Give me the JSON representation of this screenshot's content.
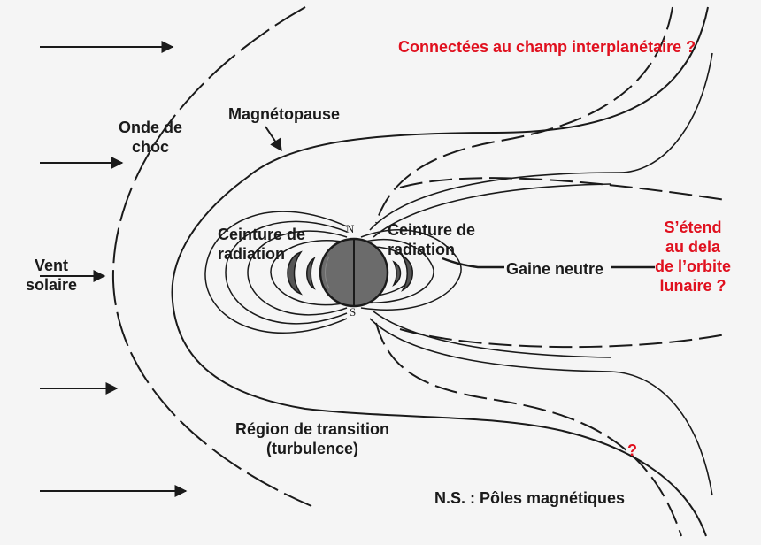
{
  "labels": {
    "onde_de_choc_1": "Onde de",
    "onde_de_choc_2": "choc",
    "magnetopause": "Magnétopause",
    "vent_1": "Vent",
    "vent_2": "solaire",
    "ceinture_left_1": "Ceinture de",
    "ceinture_left_2": "radiation",
    "ceinture_right_1": "Ceinture de",
    "ceinture_right_2": "radiation",
    "gaine": "Gaine neutre",
    "transition_1": "Région de transition",
    "transition_2": "(turbulence)",
    "connectees": "Connectées au champ interplanétaire ?",
    "etend_1": "S’étend",
    "etend_2": "au dela",
    "etend_3": "de l’orbite",
    "etend_4": "lunaire ?",
    "question": "?",
    "poles": "N.S. : Pôles magnétiques",
    "north": "N",
    "south": "S"
  },
  "colors": {
    "ink": "#1a1a1a",
    "highlight": "#e0101e",
    "earth": "#6b6b6b",
    "background": "#f5f5f5"
  }
}
